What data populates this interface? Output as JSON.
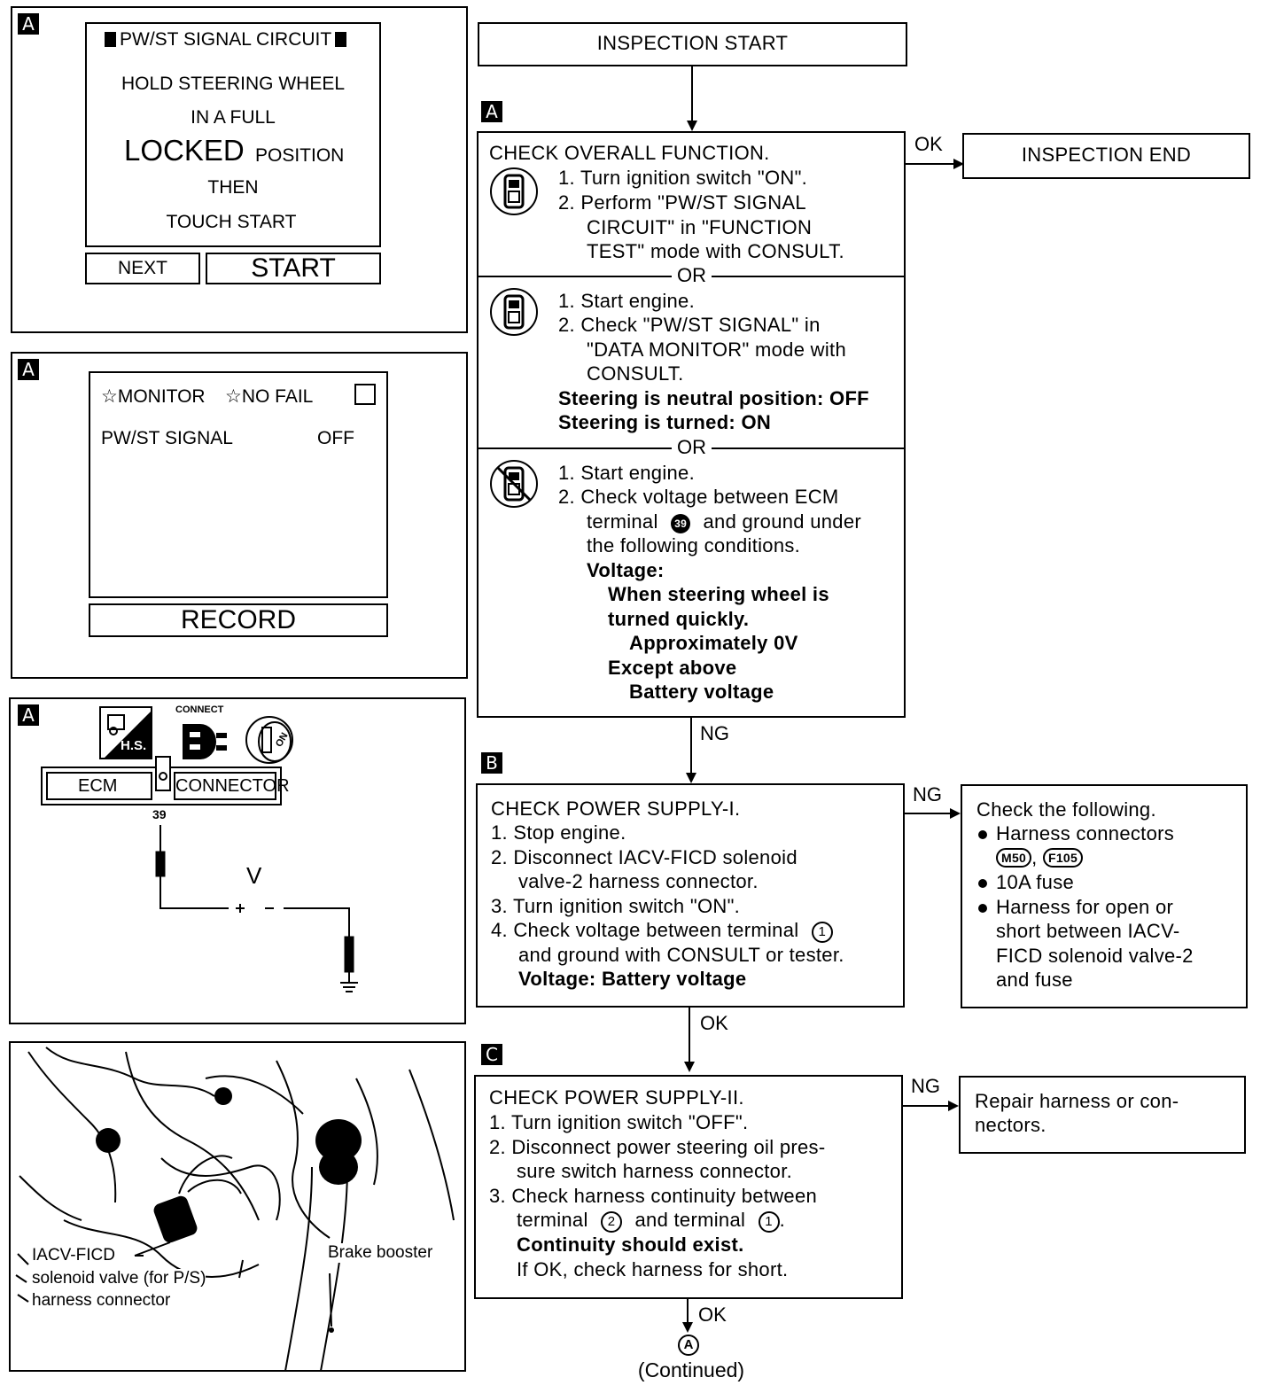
{
  "panel1": {
    "tag": "A",
    "title": "PW/ST SIGNAL CIRCUIT",
    "line1": "HOLD STEERING WHEEL",
    "line2": "IN A FULL",
    "locked": "LOCKED",
    "position": "POSITION",
    "then": "THEN",
    "touch": "TOUCH START",
    "next_button": "NEXT",
    "start_button": "START"
  },
  "panel2": {
    "tag": "A",
    "monitor": "☆MONITOR",
    "nofail": "☆NO FAIL",
    "signal_label": "PW/ST SIGNAL",
    "signal_value": "OFF",
    "record_button": "RECORD"
  },
  "panel3": {
    "tag": "A",
    "hs": "H.S.",
    "connect": "CONNECT",
    "on": "ON",
    "ecm": "ECM",
    "connector": "CONNECTOR",
    "terminal": "39",
    "meter": "V"
  },
  "panel4": {
    "label_left_1": "IACV-FICD",
    "label_left_2": "solenoid valve (for P/S)",
    "label_left_3": "harness connector",
    "label_right": "Brake booster"
  },
  "flow": {
    "start": "INSPECTION START",
    "end": "INSPECTION END",
    "tag_a": "A",
    "tag_b": "B",
    "tag_c": "C",
    "a_title": "CHECK OVERALL FUNCTION.",
    "a1_l1": "1.  Turn ignition switch \"ON\".",
    "a1_l2": "2.  Perform \"PW/ST SIGNAL",
    "a1_l3": "CIRCUIT\" in \"FUNCTION",
    "a1_l4": "TEST\" mode with CONSULT.",
    "or": "OR",
    "a2_l1": "1.  Start engine.",
    "a2_l2": "2.  Check \"PW/ST SIGNAL\" in",
    "a2_l3": "\"DATA MONITOR\" mode with",
    "a2_l4": "CONSULT.",
    "a2_b1": "Steering is neutral position: OFF",
    "a2_b2": "Steering is turned: ON",
    "a3_l1": "1.  Start engine.",
    "a3_l2": "2.  Check voltage between ECM",
    "a3_l3a": "terminal",
    "a3_l3n": "39",
    "a3_l3b": "and ground under",
    "a3_l4": "the following conditions.",
    "a3_b1": "Voltage:",
    "a3_b2": "When steering wheel is",
    "a3_b3": "turned quickly.",
    "a3_b4": "Approximately 0V",
    "a3_b5": "Except above",
    "a3_b6": "Battery voltage",
    "ok": "OK",
    "ng": "NG",
    "b_title": "CHECK POWER SUPPLY-I.",
    "b_l1": "1.  Stop engine.",
    "b_l2": "2.  Disconnect IACV-FICD solenoid",
    "b_l3": "valve-2 harness connector.",
    "b_l4": "3.  Turn ignition switch \"ON\".",
    "b_l5a": "4.  Check voltage between terminal",
    "b_l5n": "1",
    "b_l6": "and ground with CONSULT or tester.",
    "b_l7": "Voltage: Battery voltage",
    "bn_title": "Check the following.",
    "bn_l1": "Harness connectors",
    "bn_c1": "M50",
    "bn_sep": ",",
    "bn_c2": "F105",
    "bn_l2": "10A fuse",
    "bn_l3": "Harness for open or",
    "bn_l4": "short between IACV-",
    "bn_l5": "FICD solenoid valve-2",
    "bn_l6": "and fuse",
    "c_title": "CHECK POWER SUPPLY-II.",
    "c_l1": "1.  Turn ignition switch \"OFF\".",
    "c_l2": "2.  Disconnect power steering oil pres-",
    "c_l3": "sure switch harness connector.",
    "c_l4": "3.  Check harness continuity between",
    "c_l5a": "terminal",
    "c_l5n1": "2",
    "c_l5b": "and terminal",
    "c_l5n2": "1",
    "c_l5c": ".",
    "c_l6": "Continuity should exist.",
    "c_l7": "If OK, check harness for short.",
    "cn_l1": "Repair harness or con-",
    "cn_l2": "nectors.",
    "cont_mark": "A",
    "continued": "(Continued)"
  }
}
